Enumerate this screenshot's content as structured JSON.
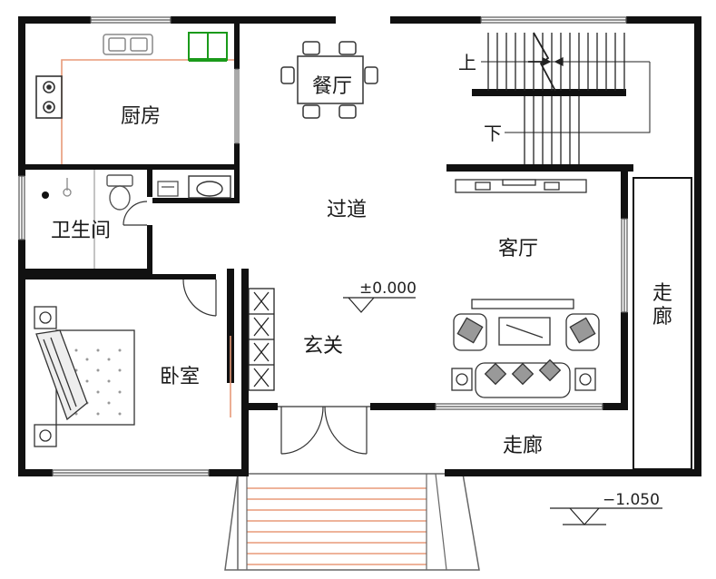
{
  "rooms": {
    "kitchen": "厨房",
    "dining": "餐厅",
    "bathroom": "卫生间",
    "corridor_inner": "过道",
    "living_room": "客厅",
    "entrance": "玄关",
    "bedroom": "卧室",
    "porch_bottom": "走廊",
    "porch_side": "走廊"
  },
  "stairs": {
    "up": "上",
    "down": "下"
  },
  "elevations": {
    "floor": "±0.000",
    "ground": "−1.050"
  },
  "colors": {
    "wall": "#111111",
    "furniture": "#555555",
    "fixture_green": "#1a9a1a",
    "steps": "#e89a78"
  }
}
